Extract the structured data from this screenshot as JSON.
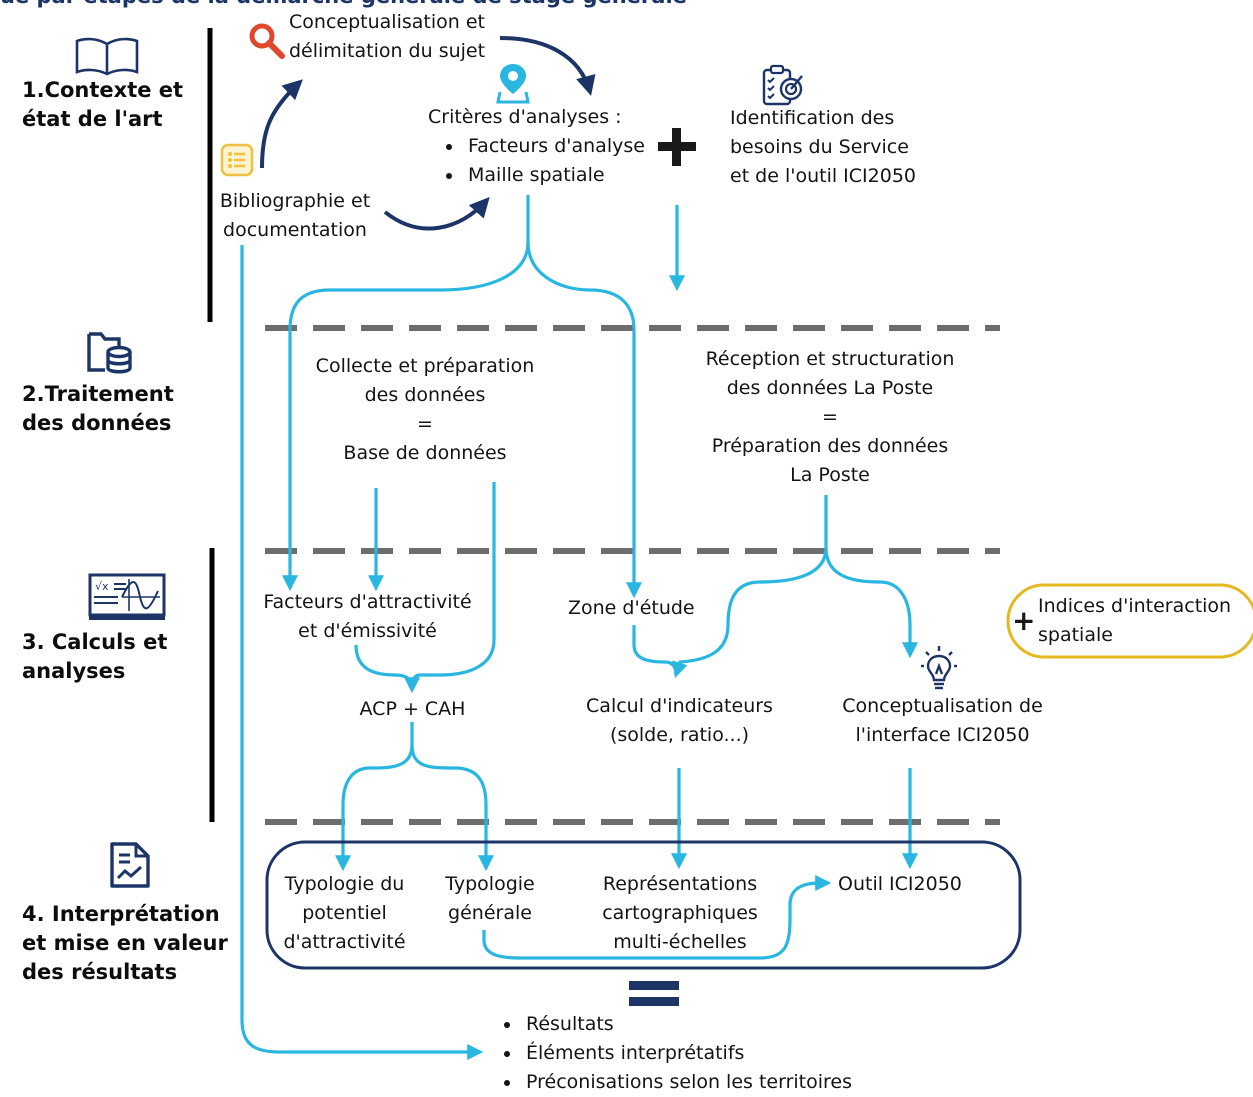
{
  "title_partial": "ue par étapes de la démarche générale de stage générale",
  "colors": {
    "flow": "#29b6e0",
    "navy": "#1c3566",
    "dash": "#6d6d6d",
    "bar": "#000000",
    "gold": "#e6b820"
  },
  "phases": [
    {
      "label": "1.Contexte et\nétat de l'art",
      "icon": "book-icon"
    },
    {
      "label": "2.Traitement\ndes données",
      "icon": "database-folder-icon"
    },
    {
      "label": "3. Calculs et\nanalyses",
      "icon": "formula-chart-icon"
    },
    {
      "label": "4. Interprétation\net mise en valeur\ndes résultats",
      "icon": "report-chart-icon"
    }
  ],
  "step1": {
    "concept": "Conceptualisation et\ndélimitation du sujet",
    "criteria_title": "Critères d'analyses :",
    "criteria_items": [
      "Facteurs d'analyse",
      "Maille spatiale"
    ],
    "biblio": "Bibliographie et\ndocumentation",
    "needs": "Identification des\nbesoins du Service\net de l'outil ICI2050"
  },
  "step2": {
    "collect": "Collecte et préparation\ndes données\n=\nBase de données",
    "reception": "Réception et structuration\ndes données La Poste\n=\nPréparation des données\nLa Poste"
  },
  "step3": {
    "factors": "Facteurs d'attractivité\net d'émissivité",
    "zone": "Zone d'étude",
    "acp": "ACP + CAH",
    "indicators": "Calcul d'indicateurs\n(solde, ratio...)",
    "interface": "Conceptualisation de\nl'interface ICI2050",
    "indices": "Indices d'interaction\nspatiale"
  },
  "step4": {
    "typo_attr": "Typologie du\npotentiel\nd'attractivité",
    "typo_gen": "Typologie\ngénérale",
    "repr": "Représentations\ncartographiques\nmulti-échelles",
    "tool": "Outil ICI2050"
  },
  "results": [
    "Résultats",
    "Éléments interprétatifs",
    "Préconisations selon les territoires"
  ]
}
